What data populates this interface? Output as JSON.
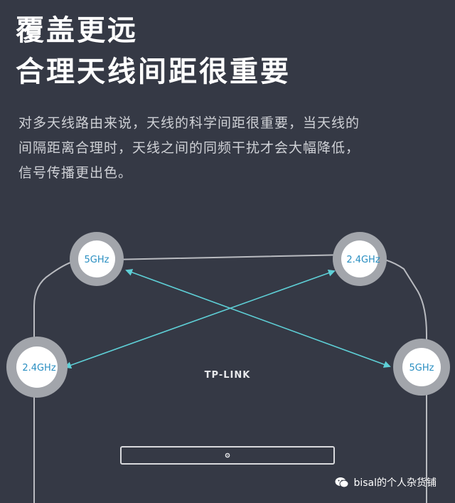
{
  "heading": {
    "line1": "覆盖更远",
    "line2": "合理天线间距很重要"
  },
  "description": {
    "line1": "对多天线路由来说，天线的科学间距很重要，当天线的",
    "line2": "间隔距离合理时，天线之间的同频干扰才会大幅降低，",
    "line3": "信号传播更出色。"
  },
  "router": {
    "brand": "TP-LINK",
    "antennas": {
      "top_left": "5GHz",
      "top_right": "2.4GHz",
      "left": "2.4GHz",
      "right": "5GHz"
    },
    "button_icon": "gear-icon"
  },
  "watermark": {
    "icon": "wechat-icon",
    "text": "bisal的个人杂货铺"
  },
  "colors": {
    "background": "#353945",
    "arrow": "#5ecfd6",
    "antenna_ring": "#9a9da3",
    "antenna_text": "#2a8fc2"
  }
}
